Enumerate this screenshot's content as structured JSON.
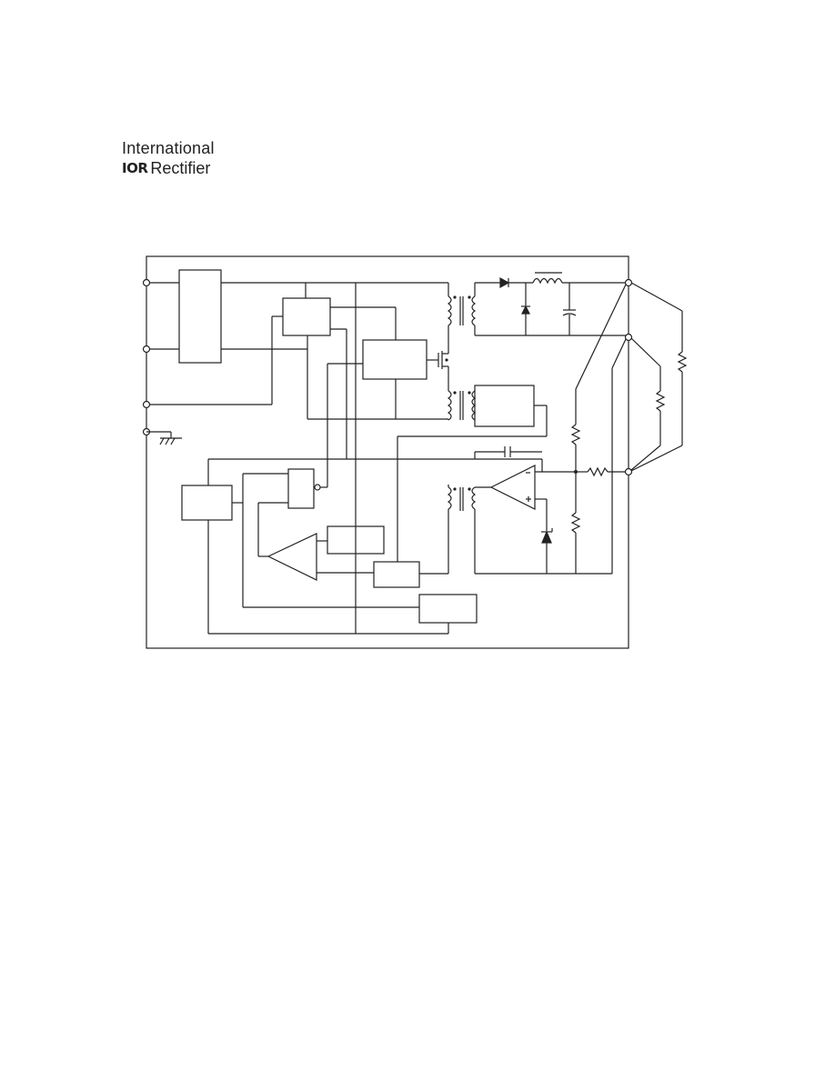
{
  "logo": {
    "line1": "International",
    "mark": "IOR",
    "line2": "Rectifier"
  },
  "diagram": {
    "icons": [
      "transformer-icon",
      "diode-icon",
      "inductor-icon",
      "capacitor-icon",
      "mosfet-icon",
      "resistor-icon",
      "zener-diode-icon",
      "op-amp-icon",
      "comparator-icon",
      "ground-icon"
    ]
  }
}
